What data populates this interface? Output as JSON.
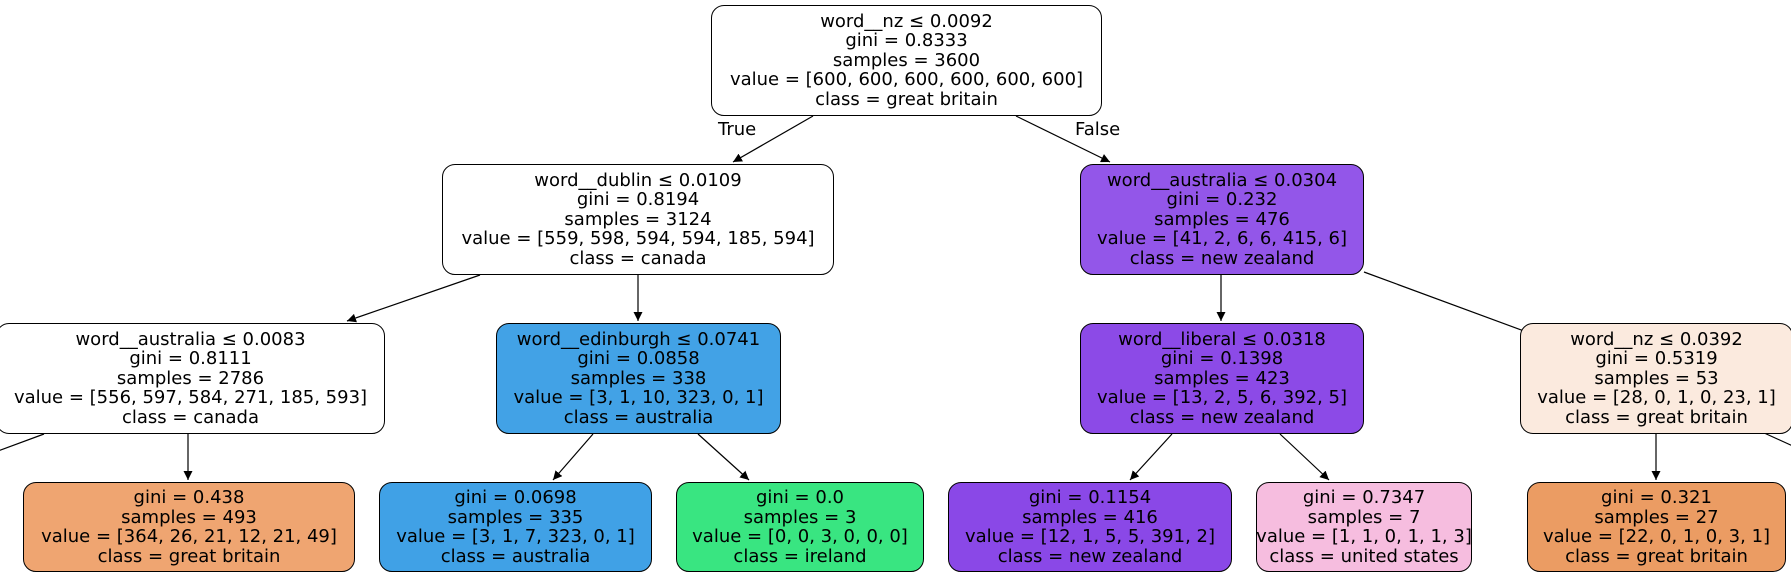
{
  "edge_labels": {
    "true": "True",
    "false": "False"
  },
  "nodes": {
    "root": {
      "lines": [
        "word__nz ≤ 0.0092",
        "gini = 0.8333",
        "samples = 3600",
        "value = [600, 600, 600, 600, 600, 600]",
        "class = great britain"
      ],
      "fill": "#ffffff"
    },
    "n1": {
      "lines": [
        "word__dublin ≤ 0.0109",
        "gini = 0.8194",
        "samples = 3124",
        "value = [559, 598, 594, 594, 185, 594]",
        "class = canada"
      ],
      "fill": "#ffffff"
    },
    "n2": {
      "lines": [
        "word__australia ≤ 0.0304",
        "gini = 0.232",
        "samples = 476",
        "value = [41, 2, 6, 6, 415, 6]",
        "class = new zealand"
      ],
      "fill": "#9356e9"
    },
    "n3": {
      "lines": [
        "word__australia ≤ 0.0083",
        "gini = 0.8111",
        "samples = 2786",
        "value = [556, 597, 584, 271, 185, 593]",
        "class = canada"
      ],
      "fill": "#ffffff"
    },
    "n4": {
      "lines": [
        "word__edinburgh ≤ 0.0741",
        "gini = 0.0858",
        "samples = 338",
        "value = [3, 1, 10, 323, 0, 1]",
        "class = australia"
      ],
      "fill": "#42a2e6"
    },
    "n5": {
      "lines": [
        "word__liberal ≤ 0.0318",
        "gini = 0.1398",
        "samples = 423",
        "value = [13, 2, 5, 6, 392, 5]",
        "class = new zealand"
      ],
      "fill": "#8c4ae7"
    },
    "n6": {
      "lines": [
        "word__nz ≤ 0.0392",
        "gini = 0.5319",
        "samples = 53",
        "value = [28, 0, 1, 0, 23, 1]",
        "class = great britain"
      ],
      "fill": "#fbeade"
    },
    "l1": {
      "lines": [
        "gini = 0.438",
        "samples = 493",
        "value = [364, 26, 21, 12, 21, 49]",
        "class = great britain"
      ],
      "fill": "#efa571"
    },
    "l2": {
      "lines": [
        "gini = 0.0698",
        "samples = 335",
        "value = [3, 1, 7, 323, 0, 1]",
        "class = australia"
      ],
      "fill": "#40a1e6"
    },
    "l3": {
      "lines": [
        "gini = 0.0",
        "samples = 3",
        "value = [0, 0, 3, 0, 0, 0]",
        "class = ireland"
      ],
      "fill": "#39e581"
    },
    "l4": {
      "lines": [
        "gini = 0.1154",
        "samples = 416",
        "value = [12, 1, 5, 5, 391, 2]",
        "class = new zealand"
      ],
      "fill": "#8a48e7"
    },
    "l5": {
      "lines": [
        "gini = 0.7347",
        "samples = 7",
        "value = [1, 1, 0, 1, 1, 3]",
        "class = united states"
      ],
      "fill": "#f6bddf"
    },
    "l6": {
      "lines": [
        "gini = 0.321",
        "samples = 27",
        "value = [22, 0, 1, 0, 3, 1]",
        "class = great britain"
      ],
      "fill": "#eb9c63"
    }
  }
}
